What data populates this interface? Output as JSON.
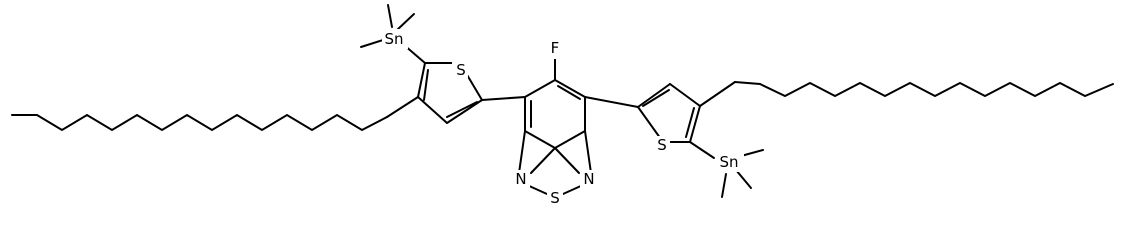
{
  "labels": {
    "fluorine": "F",
    "tin_left": "Sn",
    "tin_right": "Sn",
    "sulfur_thiophene_left": "S",
    "sulfur_thiophene_right": "S",
    "nitrogen_left": "N",
    "nitrogen_right": "N",
    "sulfur_thiadiazole": "S"
  },
  "colors": {
    "bond": "#000000",
    "background": "#ffffff"
  }
}
